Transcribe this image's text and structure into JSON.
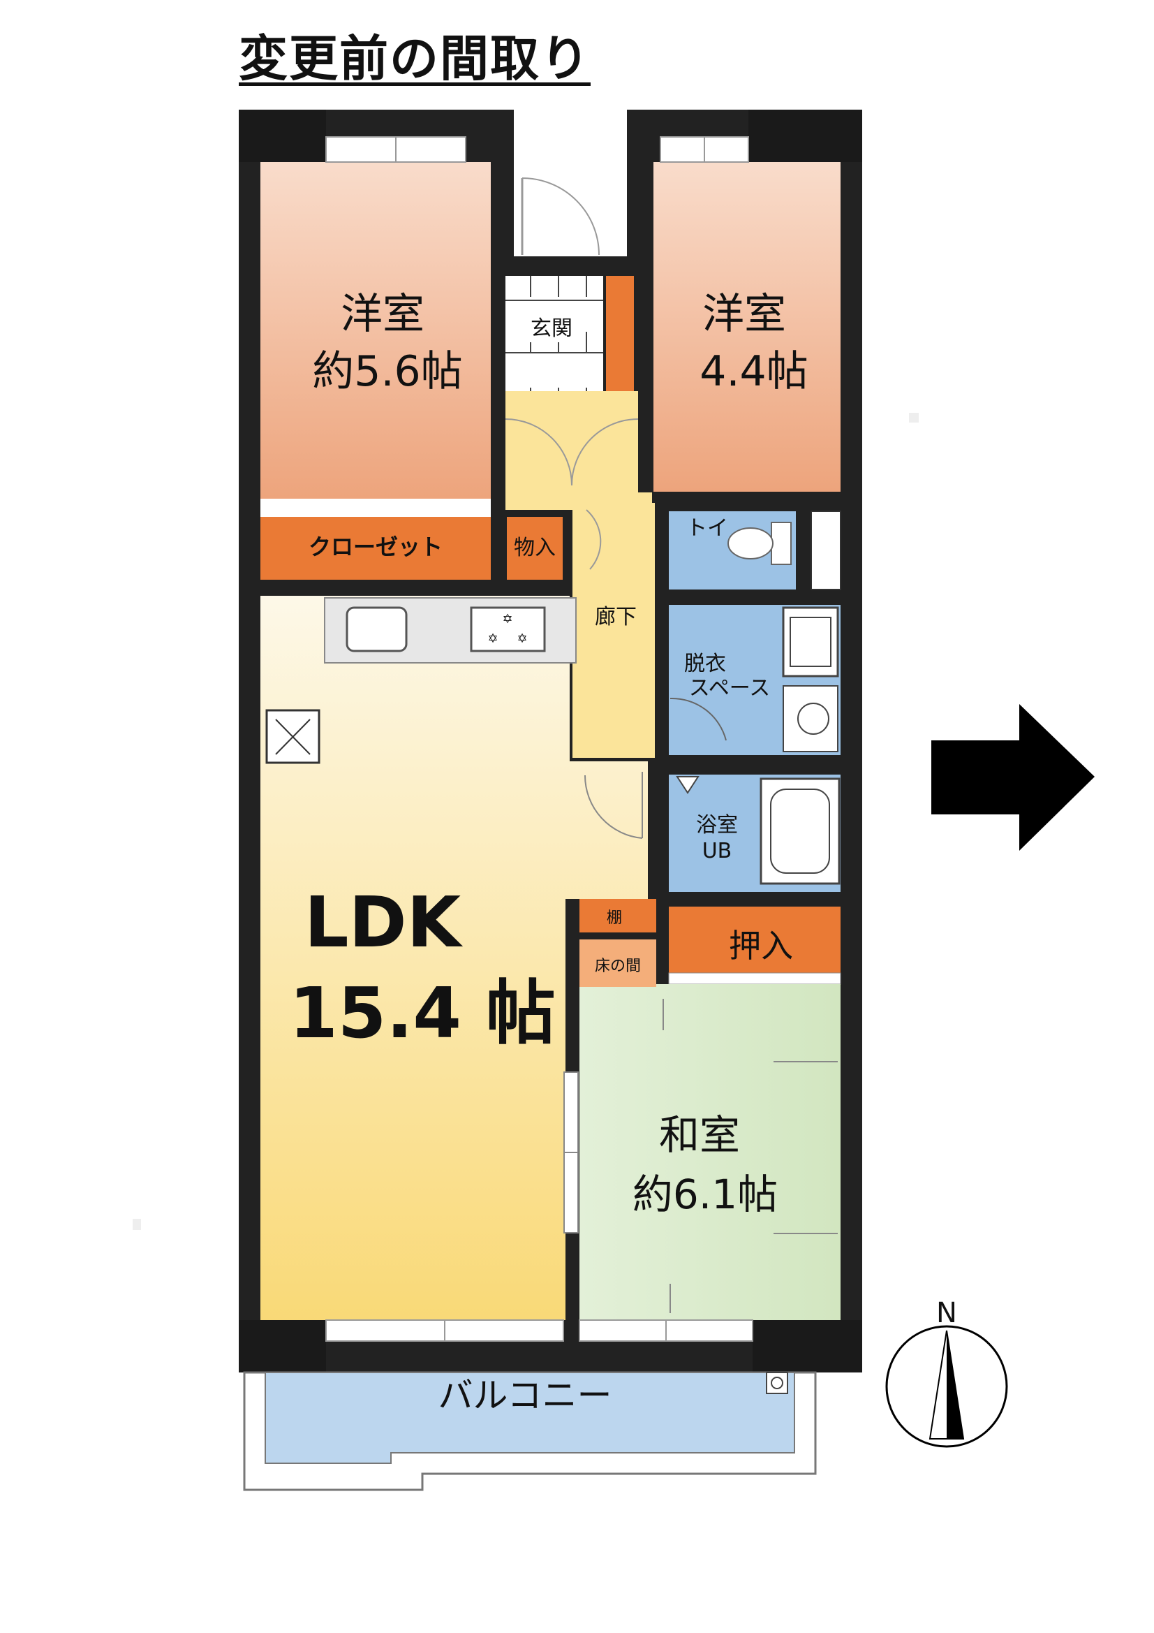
{
  "title": "変更前の間取り",
  "rooms": {
    "western_left": {
      "name": "洋室",
      "size": "約5.6帖"
    },
    "western_right": {
      "name": "洋室",
      "size": "4.4帖"
    },
    "entrance": "玄関",
    "closet": "クローゼット",
    "storage_small": "物入",
    "toilet": "トイ",
    "hallway": "廊下",
    "dressing": {
      "line1": "脱衣",
      "line2": "スペース"
    },
    "bath": {
      "line1": "浴室",
      "line2": "UB"
    },
    "ldk": {
      "name": "LDK",
      "size": "15.4 帖"
    },
    "shelf": "棚",
    "tokonoma": "床の間",
    "oshiire": "押入",
    "washitsu": {
      "name": "和室",
      "size": "約6.1帖"
    },
    "balcony": "バルコニー"
  },
  "compass": {
    "north_label": "N"
  },
  "colors": {
    "western_top": "#f8d8c7",
    "western_bottom": "#eda67f",
    "closet_orange": "#ea7a35",
    "hall_yellow": "#fbe49a",
    "ldk_top": "#fdf6e4",
    "ldk_bottom": "#f9d97a",
    "wet_blue": "#9cc2e5",
    "washitsu_green": "#dcebcf",
    "balcony_blue": "#bcd6ee",
    "wall": "#222222"
  }
}
